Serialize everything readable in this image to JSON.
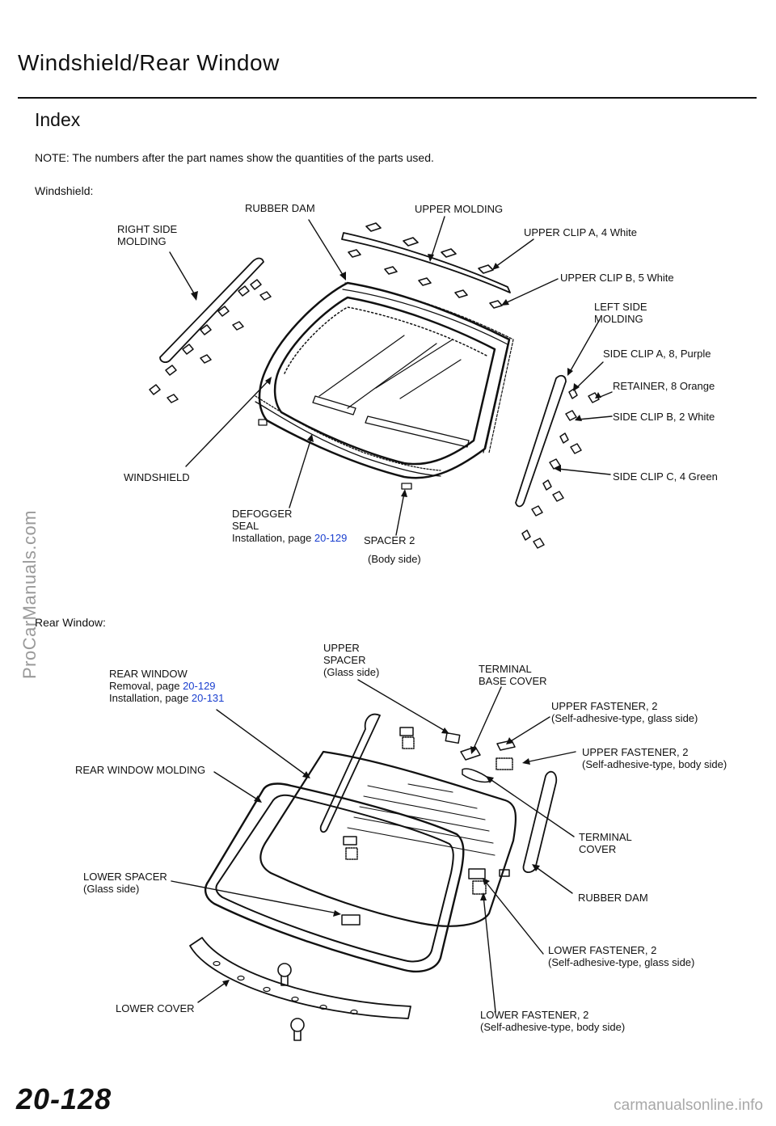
{
  "header": {
    "title": "Windshield/Rear   Window",
    "subtitle": "Index",
    "note": "NOTE:  The numbers after the part names show the quantities of the parts used."
  },
  "windshield": {
    "section_label": "Windshield:",
    "right_side_molding": [
      "RIGHT SIDE",
      "MOLDING"
    ],
    "rubber_dam": "RUBBER  DAM",
    "upper_molding": "UPPER  MOLDING",
    "upper_clip_a": "UPPER CLIP A, 4 White",
    "upper_clip_b": "UPPER CLIP B, 5 White",
    "left_side_molding": [
      "LEFT SIDE",
      "MOLDING"
    ],
    "side_clip_a": "SIDE CLIP A, 8, Purple",
    "retainer": "RETAINER, 8 Orange",
    "side_clip_b": "SIDE CLIP B, 2 White",
    "side_clip_c": "SIDE CLIP C, 4 Green",
    "windshield_label": "WINDSHIELD",
    "defogger_seal": [
      "DEFOGGER",
      "SEAL"
    ],
    "defogger_install_text": "Installation, page ",
    "defogger_install_page": "20-129",
    "spacer": "SPACER  2",
    "spacer_note": "(Body side)"
  },
  "rear_window": {
    "section_label": "Rear  Window:",
    "rear_window_label": "REAR WINDOW",
    "removal_text": "Removal, page ",
    "removal_page": "20-129",
    "installation_text": "Installation,  page  ",
    "installation_page": "20-131",
    "upper_spacer": [
      "UPPER",
      "SPACER",
      "(Glass side)"
    ],
    "terminal_base_cover": [
      "TERMINAL",
      "BASE  COVER"
    ],
    "upper_fastener_glass": [
      "UPPER FASTENER, 2",
      "(Self-adhesive-type, glass side)"
    ],
    "upper_fastener_body": [
      "UPPER FASTENER, 2",
      "(Self-adhesive-type,  body  side)"
    ],
    "rear_window_molding": "REAR WINDOW MOLDING",
    "terminal_cover": [
      "TERMINAL",
      "COVER"
    ],
    "lower_spacer": [
      "LOWER SPACER",
      "(Glass side)"
    ],
    "rubber_dam": "RUBBER  DAM",
    "lower_fastener_glass": [
      "LOWER FASTENER, 2",
      "(Self-adhesive-type, glass side)"
    ],
    "lower_cover": "LOWER COVER",
    "lower_fastener_body": [
      "LOWER FASTENER, 2",
      "(Self-adhesive-type,  body side)"
    ]
  },
  "footer": {
    "page_number": "20-128",
    "watermark_left": "ProCarManuals.com",
    "watermark_bottom": "carmanualsonline.info"
  },
  "colors": {
    "link": "#1a3fcf",
    "text": "#111111",
    "watermark": "#9a9a9a"
  }
}
